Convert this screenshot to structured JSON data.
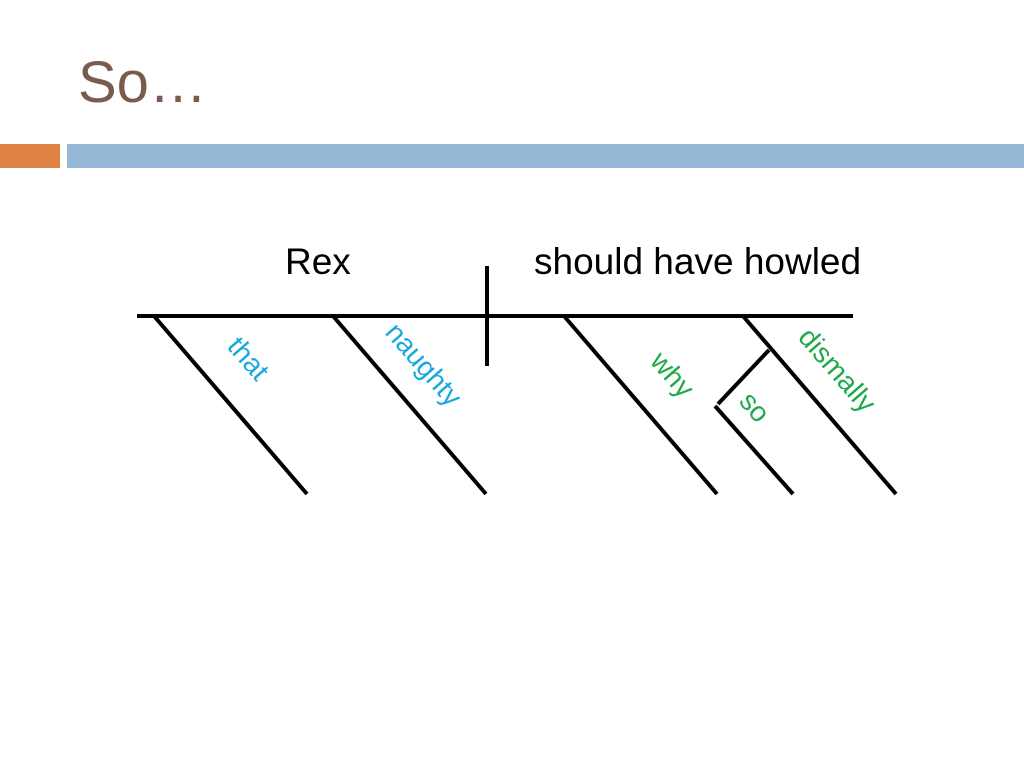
{
  "slide": {
    "title": "So…",
    "colors": {
      "title": "#7a5c4f",
      "accent_orange": "#df8345",
      "accent_blue": "#95b7d6",
      "subject_modifier": "#1aa8e0",
      "predicate_modifier": "#1faa4a"
    }
  },
  "diagram": {
    "subject": "Rex",
    "predicate": "should have howled",
    "modifiers": {
      "that": "that",
      "naughty": "naughty",
      "why": "why",
      "so": "so",
      "dismally": "dismally"
    }
  }
}
